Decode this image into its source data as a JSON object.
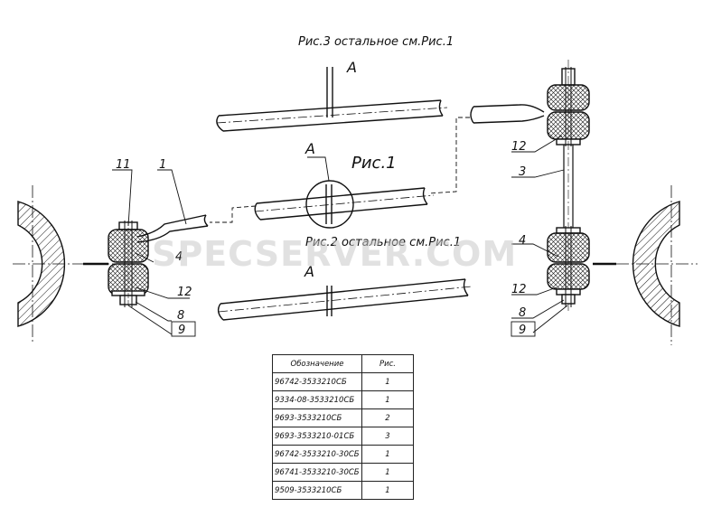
{
  "titles": {
    "fig3": "Рис.3  остальное см.Рис.1",
    "fig1": "Рис.1",
    "fig2": "Рис.2  остальное см.Рис.1"
  },
  "section_marks": [
    "А",
    "А",
    "А"
  ],
  "callouts": {
    "left": [
      "11",
      "1",
      "4",
      "12",
      "8",
      "9"
    ],
    "right": [
      "12",
      "3",
      "4",
      "12",
      "8",
      "9"
    ]
  },
  "watermark": "SPECSERVER.COM",
  "table": {
    "headers": [
      "Обозначение",
      "Рис."
    ],
    "rows": [
      [
        "96742-3533210СБ",
        "1"
      ],
      [
        "9334-08-3533210СБ",
        "1"
      ],
      [
        "9693-3533210СБ",
        "2"
      ],
      [
        "9693-3533210-01СБ",
        "3"
      ],
      [
        "96742-3533210-30СБ",
        "1"
      ],
      [
        "96741-3533210-30СБ",
        "1"
      ],
      [
        "9509-3533210СБ",
        "1"
      ]
    ]
  },
  "colors": {
    "line": "#111111",
    "watermark": "#c8c8c8"
  }
}
